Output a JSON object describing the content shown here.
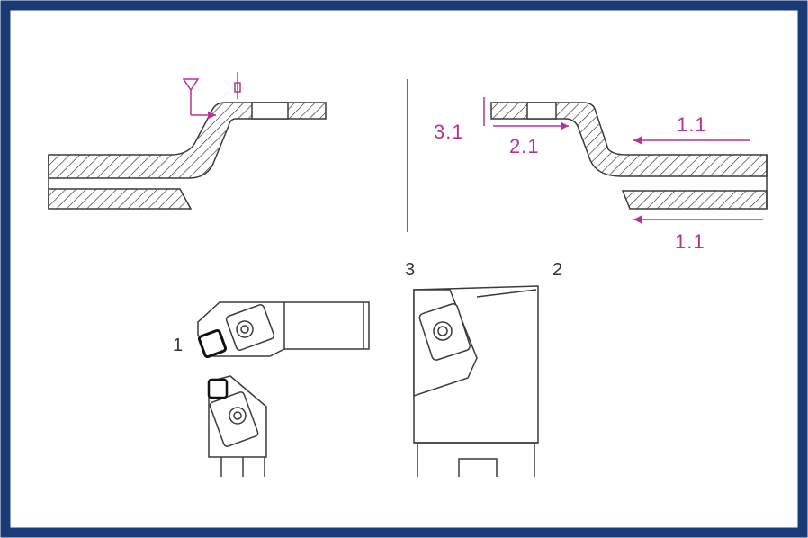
{
  "colors": {
    "frame": "#1a3a78",
    "background": "#ffffff",
    "line": "#3a3a3a",
    "annotation": "#b5329b"
  },
  "labels": {
    "dim_31": "3.1",
    "dim_21": "2.1",
    "dim_11_top": "1.1",
    "dim_11_bottom": "1.1",
    "tool_1": "1",
    "tool_2": "2",
    "tool_3": "3"
  }
}
